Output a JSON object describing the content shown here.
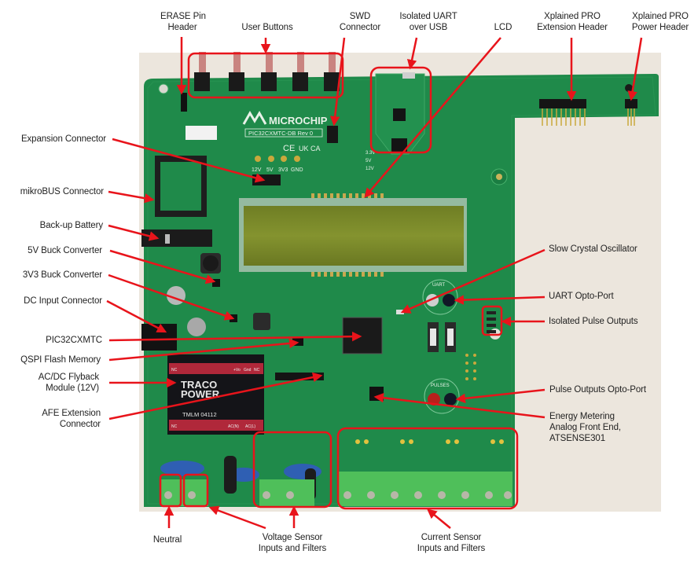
{
  "figure": {
    "board_name": "PIC32CXMTC-DB Rev 0",
    "brand": "MICROCHIP",
    "power_module": {
      "brand_line1": "TRACO",
      "brand_line2": "POWER",
      "model": "TMLM 04112"
    },
    "power_pins": {
      "vcc_plus": "+Vo",
      "gnd": "Gnd",
      "nc": "NC",
      "ac_n": "AC(N)",
      "ac_l": "AC(L)"
    },
    "test_points": [
      "12V",
      "5V",
      "3V3",
      "GND"
    ],
    "cert_marks": [
      "CE",
      "UK CA"
    ],
    "opto_labels": {
      "uart": "UART",
      "pulses": "PULSES"
    },
    "led_labels": [
      "3.3V",
      "5V",
      "12V"
    ],
    "colors": {
      "callout": "#e8141b",
      "pcb": "#1f8a4a",
      "lcd": "#7e8c2c",
      "terminal": "#4fbf5a",
      "background": "#ece6dd"
    }
  },
  "labels": {
    "erase_pin_header": [
      "ERASE Pin",
      "Header"
    ],
    "user_buttons": [
      "User Buttons"
    ],
    "swd_connector": [
      "SWD",
      "Connector"
    ],
    "isolated_uart": [
      "Isolated UART",
      "over USB"
    ],
    "lcd": [
      "LCD"
    ],
    "xplained_ext": [
      "Xplained PRO",
      "Extension Header"
    ],
    "xplained_power": [
      "Xplained PRO",
      "Power Header"
    ],
    "expansion_connector": [
      "Expansion Connector"
    ],
    "mikrobus_connector": [
      "mikroBUS Connector"
    ],
    "backup_battery": [
      "Back-up Battery"
    ],
    "buck_5v": [
      "5V Buck Converter"
    ],
    "buck_3v3": [
      "3V3 Buck Converter"
    ],
    "dc_input": [
      "DC Input Connector"
    ],
    "mcu": [
      "PIC32CXMTC"
    ],
    "qspi_flash": [
      "QSPI Flash Memory"
    ],
    "acdc_flyback": [
      "AC/DC Flyback",
      "Module (12V)"
    ],
    "afe_extension": [
      "AFE Extension",
      "Connector"
    ],
    "slow_crystal": [
      "Slow Crystal Oscillator"
    ],
    "uart_opto": [
      "UART Opto-Port"
    ],
    "isolated_pulse": [
      "Isolated Pulse Outputs"
    ],
    "pulse_opto": [
      "Pulse Outputs Opto-Port"
    ],
    "energy_afe": [
      "Energy Metering",
      "Analog Front End,",
      "ATSENSE301"
    ],
    "neutral": [
      "Neutral"
    ],
    "voltage_sensor": [
      "Voltage Sensor",
      "Inputs and Filters"
    ],
    "current_sensor": [
      "Current Sensor",
      "Inputs and Filters"
    ]
  }
}
